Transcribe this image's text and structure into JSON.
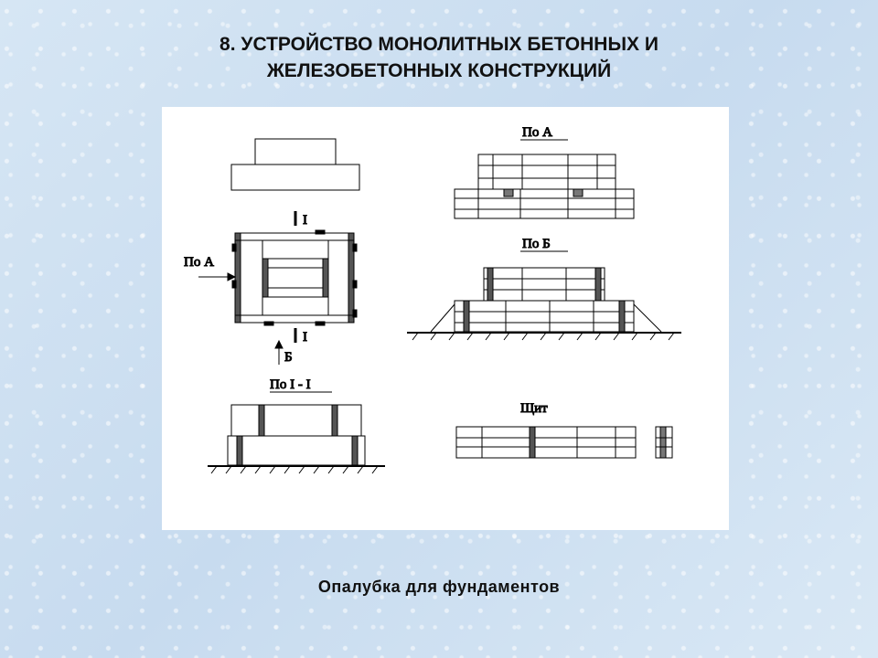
{
  "slide": {
    "title": "8. УСТРОЙСТВО  МОНОЛИТНЫХ БЕТОННЫХ И\nЖЕЛЕЗОБЕТОННЫХ   КОНСТРУКЦИЙ",
    "caption": "Опалубка для фундаментов"
  },
  "diagram": {
    "label_view_a": "По А",
    "label_view_b": "По Б",
    "label_section": "По I - I",
    "label_shield": "Щит",
    "label_section_mark_top": "I",
    "label_section_mark_bottom": "I",
    "label_arrow_a": "По А",
    "label_arrow_b": "Б"
  }
}
